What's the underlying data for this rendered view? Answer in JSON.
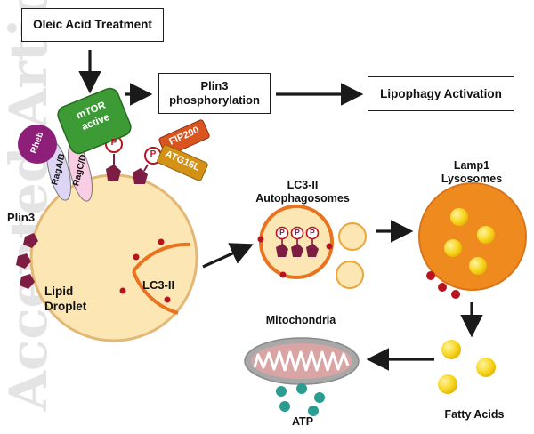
{
  "watermark": {
    "text": "Accepted Article"
  },
  "boxes": {
    "oleic": "Oleic Acid Treatment",
    "plin3_phos": "Plin3\nphosphorylation",
    "lipophagy": "Lipophagy Activation"
  },
  "labels": {
    "mtor": "mTOR\nactive",
    "rheb": "Rheb",
    "ragab": "RagA/B",
    "ragcd": "RagC/D",
    "p": "P",
    "fip200": "FIP200",
    "atg16l": "ATG16L",
    "plin3": "Plin3",
    "lipid_droplet": "Lipid\nDroplet",
    "lc3_ii": "LC3-II",
    "autophagosomes": "LC3-II\nAutophagosomes",
    "lysosomes": "Lamp1\nLysosomes",
    "mitochondria": "Mitochondria",
    "atp": "ATP",
    "fatty_acids": "Fatty Acids"
  },
  "colors": {
    "droplet_fill": "#fbe6b4",
    "droplet_stroke": "#e3b877",
    "lc3_orange": "#e9731e",
    "red_dot": "#b8141f",
    "plin3_maroon": "#7d1d43",
    "mtor_green": "#3d9b35",
    "rheb_purple": "#8d1f78",
    "rag_lavender": "#dcd6f4",
    "rag_pink": "#f9cde3",
    "fip_orange": "#d9541e",
    "atg_gold": "#d39216",
    "lysosome_orange": "#ef8a1e",
    "fatty_yellow": "#f6d51a",
    "mito_outer": "#9c9c9c",
    "mito_inner": "#d8a4a4",
    "atp_teal": "#2b9c90"
  }
}
